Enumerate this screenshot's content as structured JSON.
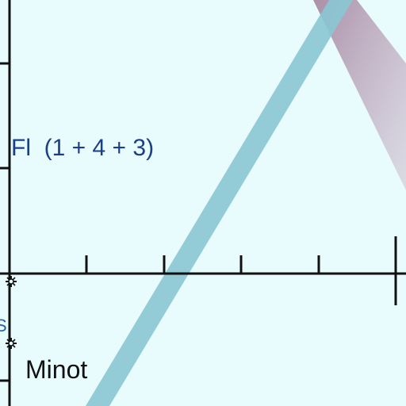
{
  "map": {
    "background_color": "#e8fbfd",
    "route_altitude_label": "Fl  (1 + 4 + 3)",
    "city_label": "Minot",
    "partial_edge_label": "S",
    "colors": {
      "axis": "#111111",
      "primary_corridor": "#89c6d3",
      "secondary_corridor": "#8e5d80",
      "altitude_text": "#1b3f86",
      "city_text": "#111111"
    },
    "icons": [
      "airport-symbol-icon",
      "airport-symbol-icon"
    ]
  }
}
